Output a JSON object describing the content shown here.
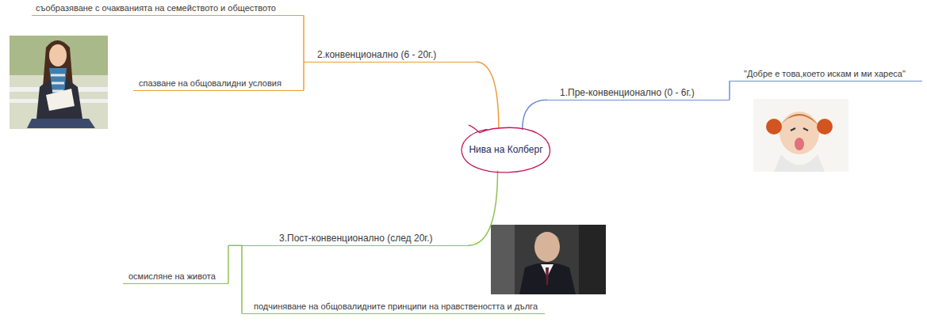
{
  "diagram": {
    "nodes": [
      {
        "text": [
          "Нива на Колберг"
        ]
      },
      {
        "text": [
          "1.Пре-конвенционално (0 - 6г.)"
        ]
      },
      {
        "text": [
          "\"Добре е това,което искам и ми хареса\""
        ]
      },
      {
        "text": [
          "2.конвенционално (6 - 20г.)"
        ]
      },
      {
        "text": [
          "съобразяване с очакванията на семейството и обществото"
        ]
      },
      {
        "text": [
          "спазване на общовалидни условия"
        ]
      },
      {
        "text": [
          "3.Пост-конвенционално (след 20г.)"
        ]
      },
      {
        "text": [
          "осмисляне на живота"
        ]
      },
      {
        "text": [
          "подчиняване на общовалидните принципи на нравствеността и дълга"
        ]
      }
    ],
    "edges": [
      {
        "from": 0,
        "to": 1,
        "arrow": "none"
      },
      {
        "from": 1,
        "to": 2,
        "arrow": "none"
      },
      {
        "from": 0,
        "to": 3,
        "arrow": "none"
      },
      {
        "from": 3,
        "to": 4,
        "arrow": "none"
      },
      {
        "from": 3,
        "to": 5,
        "arrow": "none"
      },
      {
        "from": 0,
        "to": 6,
        "arrow": "none"
      },
      {
        "from": 6,
        "to": 7,
        "arrow": "none"
      },
      {
        "from": 6,
        "to": 8,
        "arrow": "none"
      }
    ]
  }
}
